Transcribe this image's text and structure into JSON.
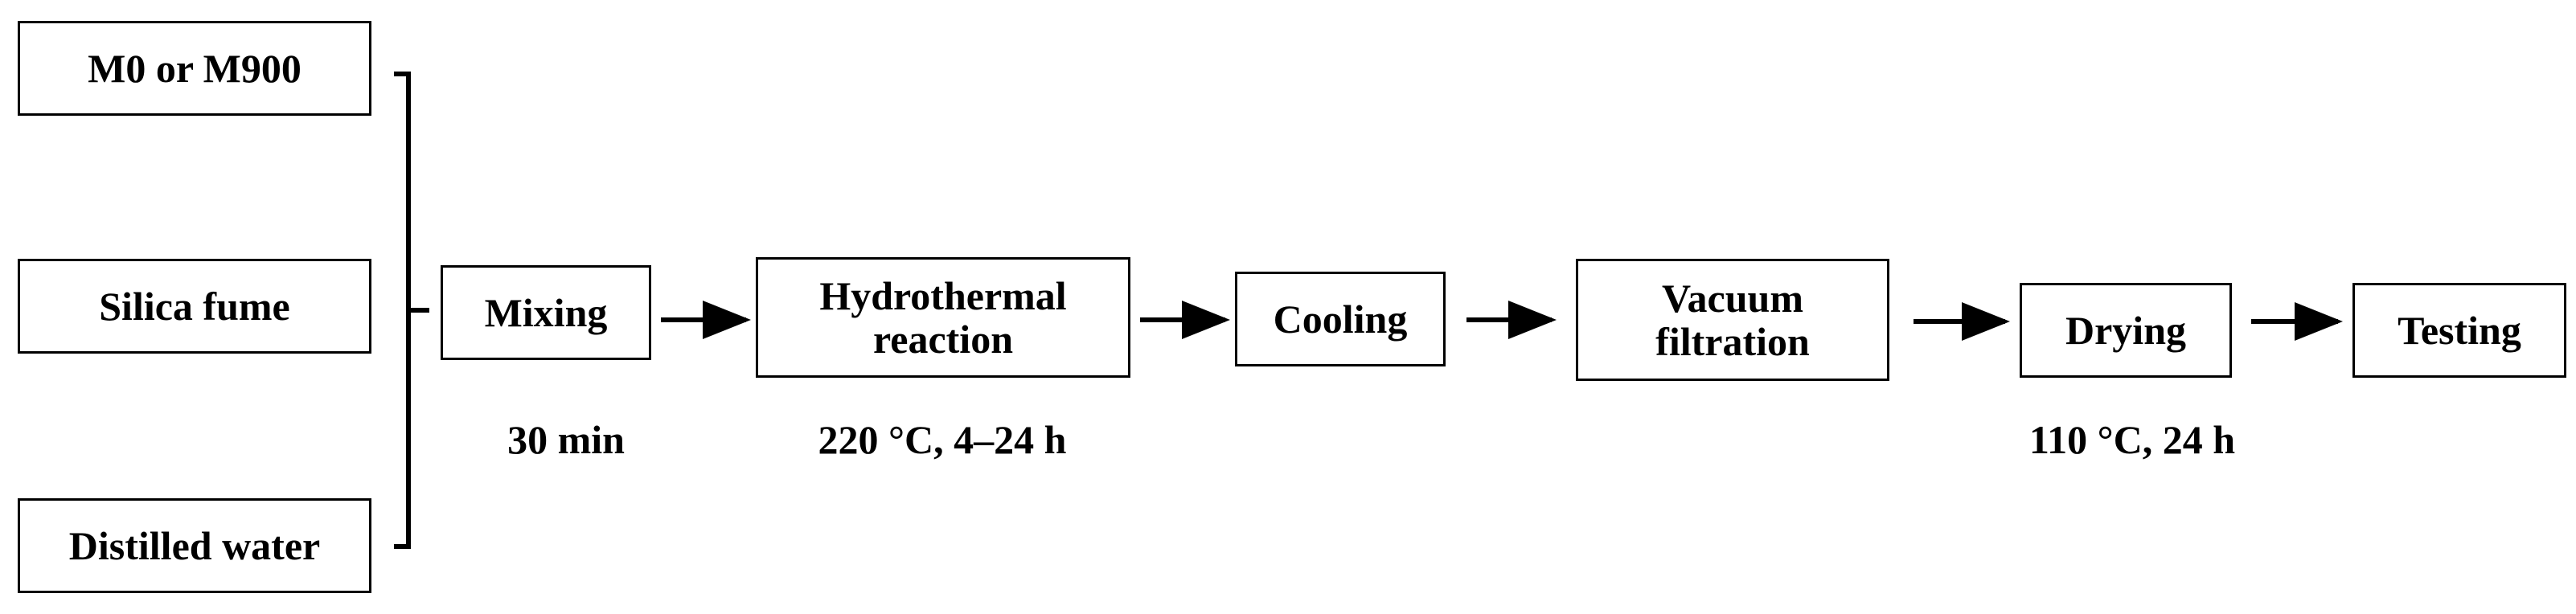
{
  "inputs": {
    "input_1": "M0 or M900",
    "input_2": "Silica fume",
    "input_3": "Distilled water"
  },
  "steps": {
    "mixing": "Mixing",
    "hydrothermal_line1": "Hydrothermal",
    "hydrothermal_line2": "reaction",
    "cooling": "Cooling",
    "vacuum_line1": "Vacuum",
    "vacuum_line2": "filtration",
    "drying": "Drying",
    "testing": "Testing"
  },
  "conditions": {
    "mixing": "30 min",
    "hydrothermal": "220 °C, 4–24 h",
    "drying": "110 °C, 24 h"
  }
}
